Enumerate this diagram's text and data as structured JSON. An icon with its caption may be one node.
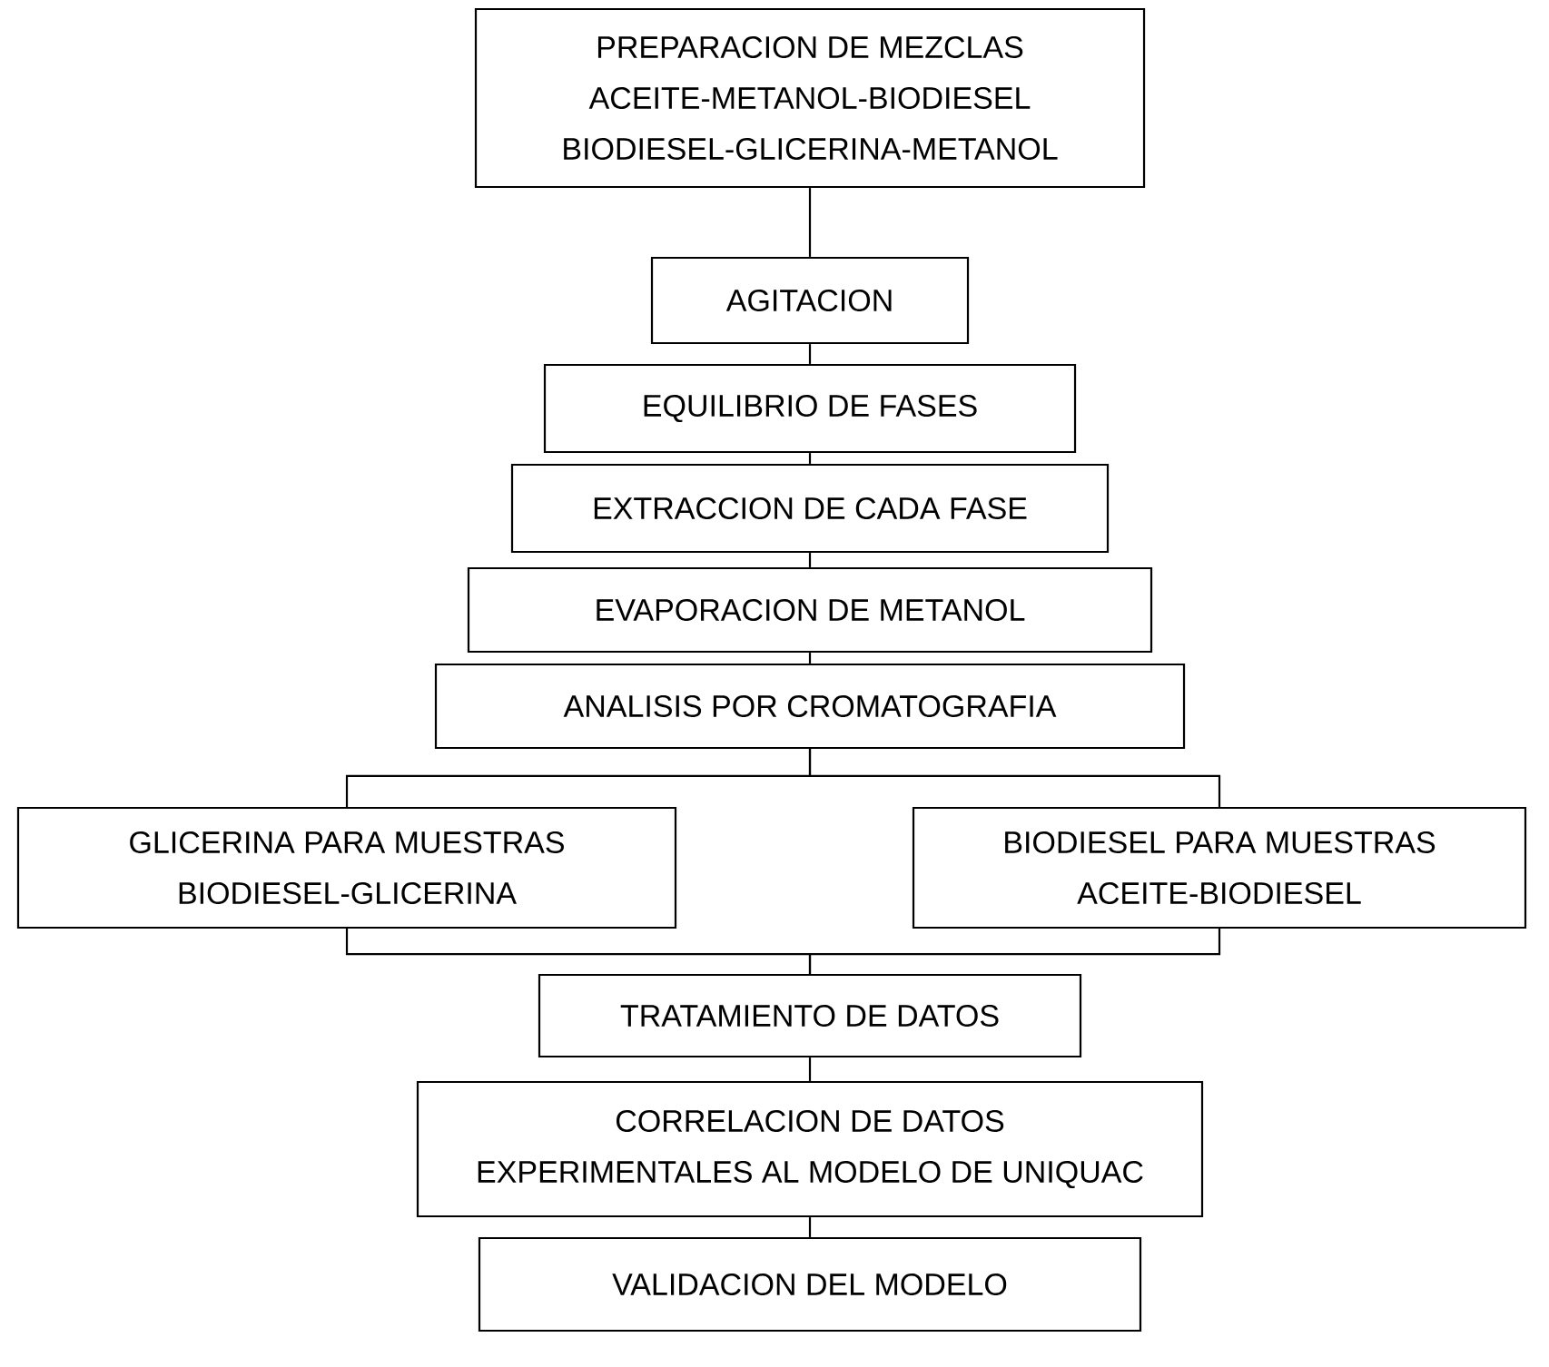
{
  "diagram": {
    "nodes": [
      {
        "text": [
          "PREPARACION DE MEZCLAS",
          "ACEITE-METANOL-BIODIESEL",
          "BIODIESEL-GLICERINA-METANOL"
        ]
      },
      {
        "text": [
          "AGITACION"
        ]
      },
      {
        "text": [
          "EQUILIBRIO DE FASES"
        ]
      },
      {
        "text": [
          "EXTRACCION DE CADA FASE"
        ]
      },
      {
        "text": [
          "EVAPORACION DE METANOL"
        ]
      },
      {
        "text": [
          "ANALISIS POR CROMATOGRAFIA"
        ]
      },
      {
        "text": [
          "GLICERINA PARA MUESTRAS BIODIESEL-GLICERINA"
        ]
      },
      {
        "text": [
          "BIODIESEL PARA MUESTRAS ACEITE-BIODIESEL"
        ]
      },
      {
        "text": [
          "TRATAMIENTO DE DATOS"
        ]
      },
      {
        "text": [
          "CORRELACION DE DATOS EXPERIMENTALES AL MODELO DE UNIQUAC"
        ]
      },
      {
        "text": [
          "VALIDACION DEL MODELO"
        ]
      }
    ],
    "edges": [
      {
        "from": 0,
        "to": 1,
        "arrow": "none"
      },
      {
        "from": 1,
        "to": 2,
        "arrow": "none"
      },
      {
        "from": 2,
        "to": 3,
        "arrow": "none"
      },
      {
        "from": 3,
        "to": 4,
        "arrow": "none"
      },
      {
        "from": 4,
        "to": 5,
        "arrow": "none"
      },
      {
        "from": 5,
        "to": 6,
        "arrow": "none"
      },
      {
        "from": 5,
        "to": 7,
        "arrow": "none"
      },
      {
        "from": 6,
        "to": 8,
        "arrow": "none"
      },
      {
        "from": 7,
        "to": 8,
        "arrow": "none"
      },
      {
        "from": 8,
        "to": 9,
        "arrow": "none"
      },
      {
        "from": 9,
        "to": 10,
        "arrow": "none"
      }
    ]
  }
}
